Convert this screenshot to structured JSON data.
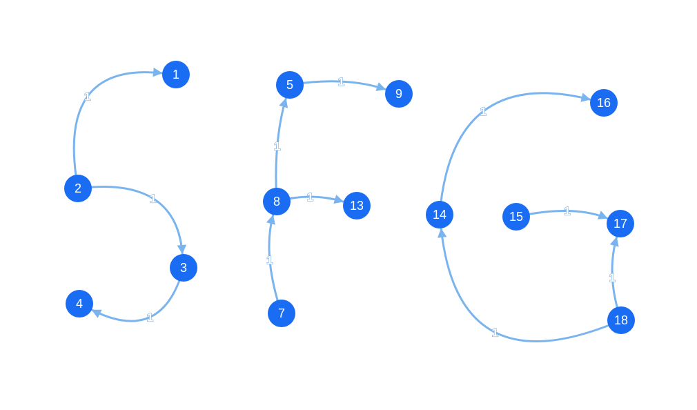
{
  "graph": {
    "colors": {
      "node": "#1a6df2",
      "edge": "#7ab4ee",
      "node_text": "#ffffff"
    },
    "nodes": [
      {
        "id": "1",
        "label": "1"
      },
      {
        "id": "2",
        "label": "2"
      },
      {
        "id": "3",
        "label": "3"
      },
      {
        "id": "4",
        "label": "4"
      },
      {
        "id": "5",
        "label": "5"
      },
      {
        "id": "7",
        "label": "7"
      },
      {
        "id": "8",
        "label": "8"
      },
      {
        "id": "9",
        "label": "9"
      },
      {
        "id": "13",
        "label": "13"
      },
      {
        "id": "14",
        "label": "14"
      },
      {
        "id": "15",
        "label": "15"
      },
      {
        "id": "16",
        "label": "16"
      },
      {
        "id": "17",
        "label": "17"
      },
      {
        "id": "18",
        "label": "18"
      }
    ],
    "edges": [
      {
        "source": "2",
        "target": "1",
        "weight": "1"
      },
      {
        "source": "2",
        "target": "3",
        "weight": "1"
      },
      {
        "source": "3",
        "target": "4",
        "weight": "1"
      },
      {
        "source": "8",
        "target": "5",
        "weight": "1"
      },
      {
        "source": "5",
        "target": "9",
        "weight": "1"
      },
      {
        "source": "8",
        "target": "13",
        "weight": "1"
      },
      {
        "source": "7",
        "target": "8",
        "weight": "1"
      },
      {
        "source": "14",
        "target": "16",
        "weight": "1"
      },
      {
        "source": "15",
        "target": "17",
        "weight": "1"
      },
      {
        "source": "18",
        "target": "17",
        "weight": "1"
      },
      {
        "source": "18",
        "target": "14",
        "weight": "1"
      }
    ]
  }
}
